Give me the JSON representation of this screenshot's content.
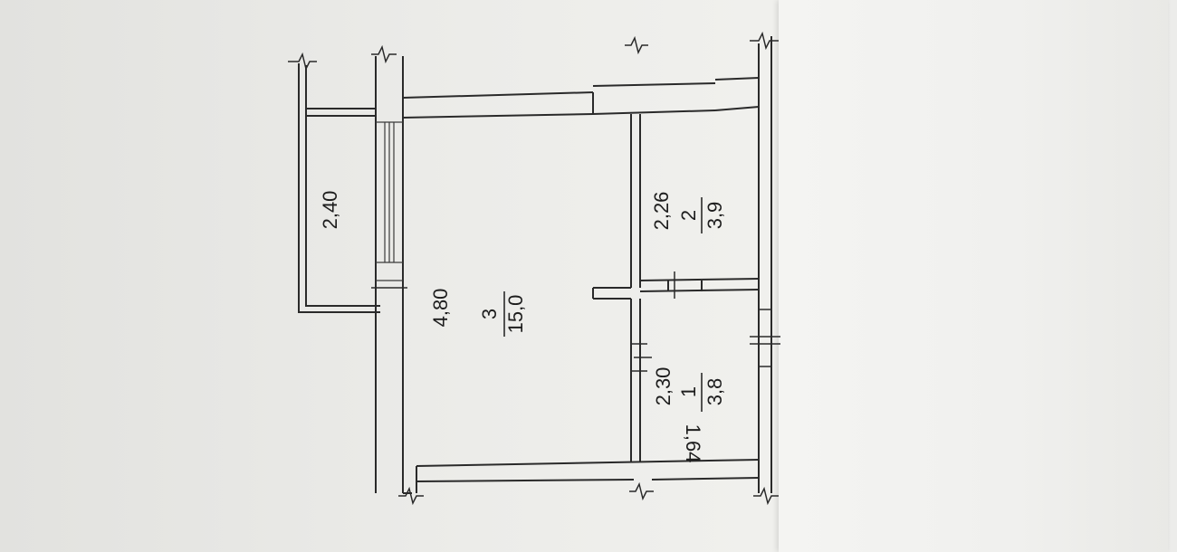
{
  "plan": {
    "rooms": [
      {
        "number": "3",
        "area": "15,0"
      },
      {
        "number": "2",
        "area": "3,9"
      },
      {
        "number": "1",
        "area": "3,8"
      }
    ],
    "dimensions": {
      "balcony": "2,40",
      "room3_side": "4,80",
      "room2_side": "2,26",
      "room1_side": "2,30",
      "room1_width": "1,64"
    }
  }
}
